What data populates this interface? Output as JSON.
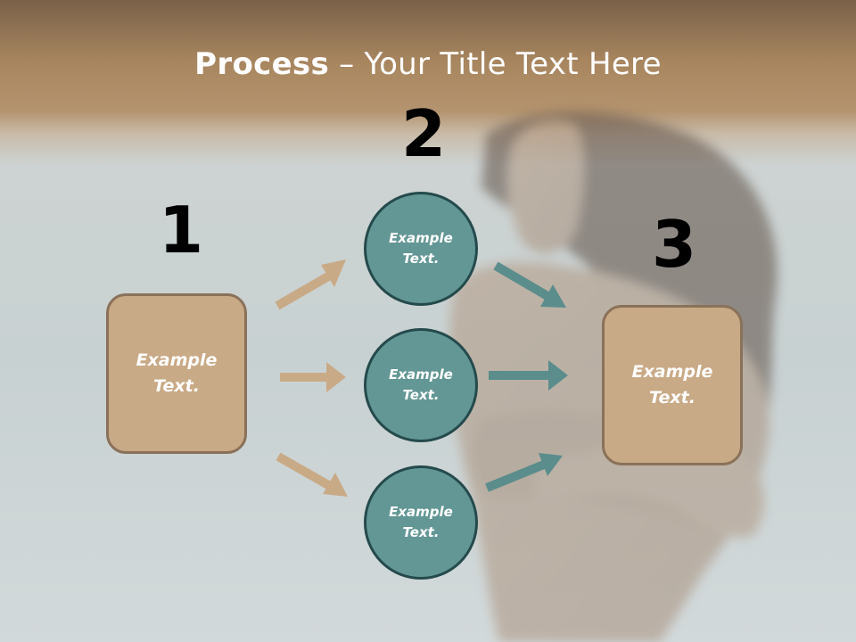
{
  "title": {
    "bold": "Process",
    "rest": " – Your Title Text Here"
  },
  "steps": {
    "one": "1",
    "two": "2",
    "three": "3"
  },
  "boxes": {
    "left": [
      "Example",
      "Text."
    ],
    "right": [
      "Example",
      "Text."
    ]
  },
  "circles": [
    {
      "line1": "Example",
      "line2": "Text."
    },
    {
      "line1": "Example",
      "line2": "Text."
    },
    {
      "line1": "Example",
      "line2": "Text."
    }
  ],
  "colors": {
    "box_fill": "#c9aa86",
    "circle_fill": "#639795",
    "tan_arrow": "#c9aa86",
    "teal_arrow": "#5a8d8c"
  }
}
